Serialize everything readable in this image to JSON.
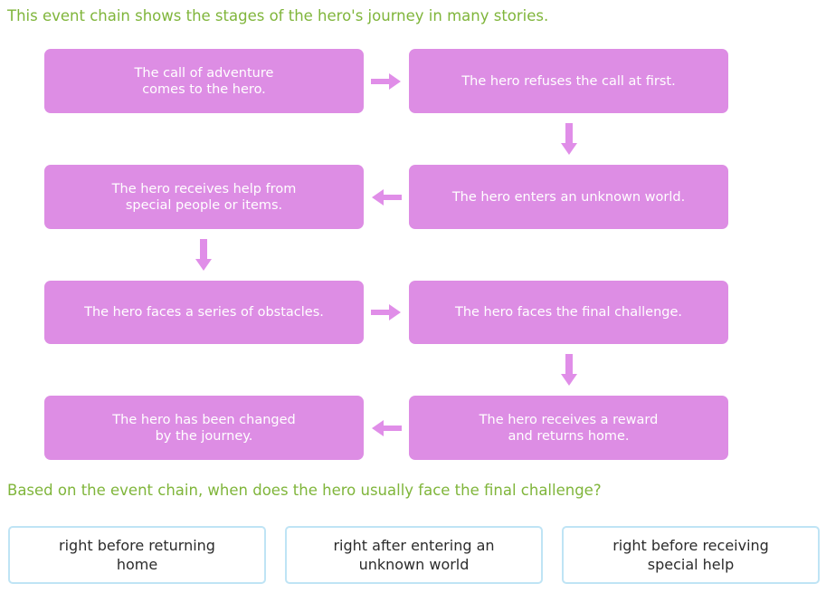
{
  "intro": {
    "text": "This event chain shows the stages of the hero's journey in many stories."
  },
  "question": {
    "text": "Based on the event chain, when does the hero usually face the final challenge?"
  },
  "colors": {
    "prompt_green": "#7fb53a",
    "box_fill": "#dd8de4",
    "box_text": "#ffffff",
    "arrow": "#e08ee8",
    "option_border": "#bfe4f5",
    "option_text": "#2b2b2b",
    "background": "#ffffff"
  },
  "event_chain": {
    "rows": [
      {
        "left": {
          "text": "The call of adventure\ncomes to the hero."
        },
        "right": {
          "text": "The hero refuses the call at first."
        },
        "connector": {
          "icon": "arrow-right-icon",
          "direction": "right"
        }
      },
      {
        "left": {
          "text": "The hero receives help from\nspecial people or items."
        },
        "right": {
          "text": "The hero enters an unknown world."
        },
        "connector": {
          "icon": "arrow-left-icon",
          "direction": "left"
        }
      },
      {
        "left": {
          "text": "The hero faces a series of obstacles."
        },
        "right": {
          "text": "The hero faces the final challenge."
        },
        "connector": {
          "icon": "arrow-right-icon",
          "direction": "right"
        }
      },
      {
        "left": {
          "text": "The hero has been changed\nby the journey."
        },
        "right": {
          "text": "The hero receives a reward\nand returns home."
        },
        "connector": {
          "icon": "arrow-left-icon",
          "direction": "left"
        }
      }
    ],
    "vertical_connectors": [
      {
        "icon": "arrow-down-icon",
        "side": "right",
        "between_rows": [
          1,
          2
        ]
      },
      {
        "icon": "arrow-down-icon",
        "side": "left",
        "between_rows": [
          2,
          3
        ]
      },
      {
        "icon": "arrow-down-icon",
        "side": "right",
        "between_rows": [
          3,
          4
        ]
      }
    ]
  },
  "answer_options": [
    {
      "label": "right before returning\nhome"
    },
    {
      "label": "right after entering an\nunknown world"
    },
    {
      "label": "right before receiving\nspecial help"
    }
  ]
}
